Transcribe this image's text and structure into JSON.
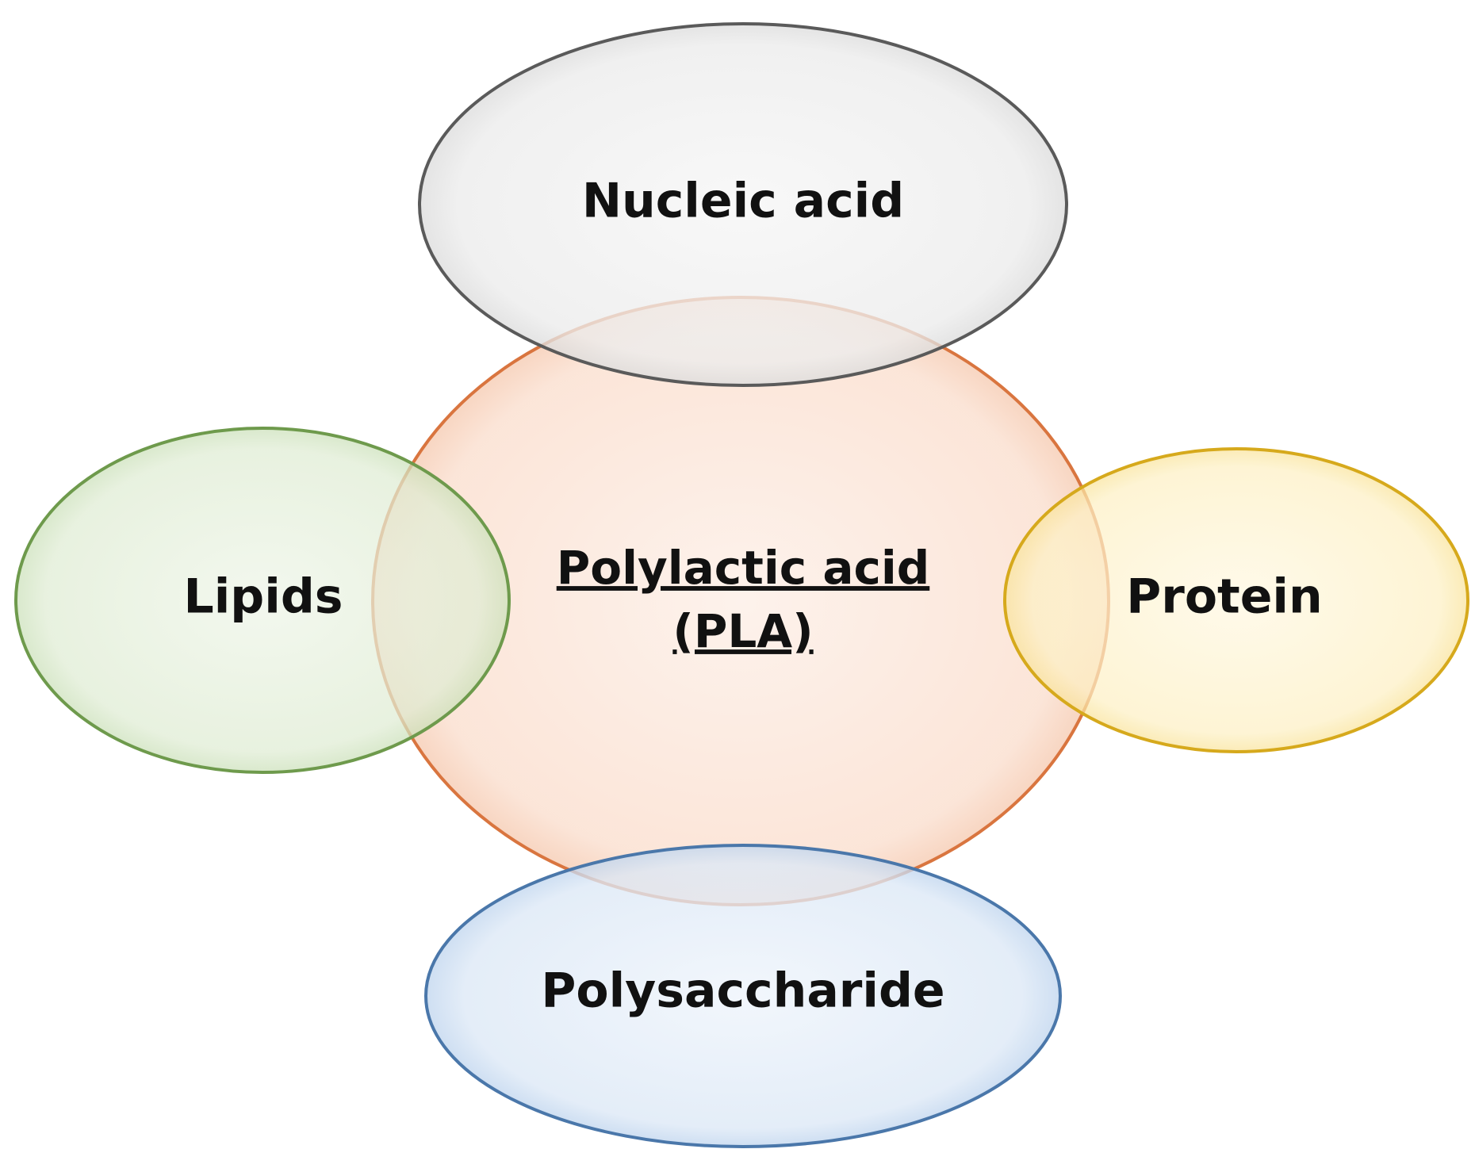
{
  "nodes": {
    "center": {
      "line1": "Polylactic acid",
      "line2": "(PLA)",
      "fill": "#f9d3bd",
      "stroke": "#d9753f"
    },
    "top": {
      "label": "Nucleic acid",
      "fill": "#d9d9d9",
      "stroke": "#5a5a5a"
    },
    "left": {
      "label": "Lipids",
      "fill": "#c9dfb8",
      "stroke": "#6e9a4c"
    },
    "right": {
      "label": "Protein",
      "fill": "#fde9a6",
      "stroke": "#d6a91c"
    },
    "bottom": {
      "label": "Polysaccharide",
      "fill": "#bcd3ee",
      "stroke": "#4a77aa"
    }
  }
}
